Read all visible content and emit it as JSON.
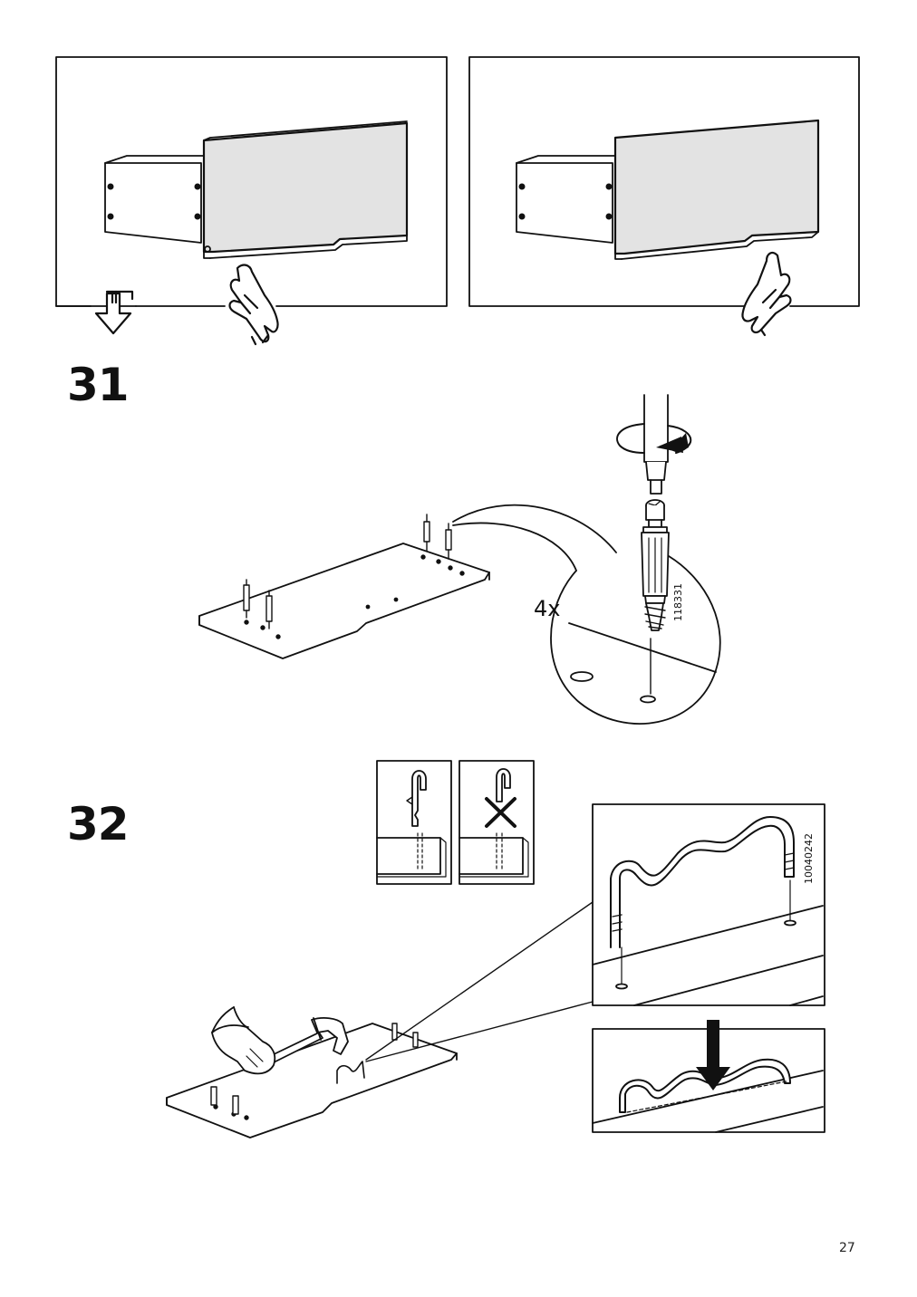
{
  "steps": {
    "step_31": "31",
    "step_32": "32"
  },
  "labels": {
    "quantity": "4x",
    "part_cam_dowel": "118331",
    "part_wire_handle": "10040242"
  },
  "page_number": "27",
  "icons": {
    "panel_1": [
      "drawer-front-icon",
      "push-arrow-down-icon",
      "hand-press-icon"
    ],
    "panel_2": [
      "drawer-front-icon",
      "hand-press-icon"
    ],
    "step_31": [
      "screwdriver-icon",
      "rotate-arrow-icon",
      "cam-dowel-icon",
      "board-icon"
    ],
    "step_32": [
      "hammer-icon",
      "wire-handle-icon",
      "correct-example-icon",
      "incorrect-example-icon",
      "down-arrow-icon"
    ]
  }
}
